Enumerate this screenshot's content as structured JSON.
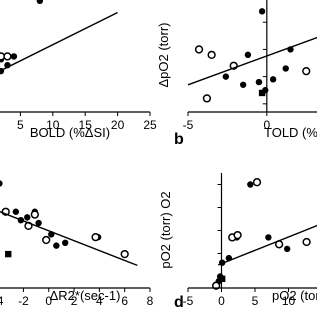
{
  "chart_data": [
    {
      "type": "scatter",
      "panel": "a",
      "xlabel": "BOLD (%ΔSI)",
      "ylabel": "",
      "xlim": [
        0,
        25
      ],
      "ylim": [
        -10,
        30
      ],
      "xticks": [
        "5",
        "10",
        "15",
        "20",
        "25"
      ],
      "trendline": [
        [
          0,
          2
        ],
        [
          20,
          24
        ]
      ],
      "filled": [
        [
          1,
          7
        ],
        [
          2,
          4
        ],
        [
          3,
          6
        ],
        [
          8,
          28
        ],
        [
          19,
          31
        ],
        [
          4,
          9
        ],
        [
          2,
          8
        ]
      ],
      "open": [
        [
          20,
          31
        ],
        [
          2,
          9
        ],
        [
          3,
          9
        ]
      ],
      "square": [
        [
          0.7,
          0
        ]
      ]
    },
    {
      "type": "scatter",
      "panel": "b",
      "panel_label": "b",
      "xlabel": "TOLD (%",
      "ylabel": "ΔpO2 (torr)",
      "xlim": [
        -5,
        3.5
      ],
      "ylim": [
        -8,
        35
      ],
      "xticks": [
        "-5",
        "0"
      ],
      "yticks": [
        "-5",
        "5",
        "15",
        "25"
      ],
      "trendline": [
        [
          -5,
          2
        ],
        [
          3.5,
          20
        ]
      ],
      "filled": [
        [
          -0.3,
          29
        ],
        [
          -1.2,
          13
        ],
        [
          -2.6,
          5
        ],
        [
          0.4,
          4
        ],
        [
          -0.1,
          0
        ],
        [
          -1.5,
          2
        ],
        [
          1.2,
          8
        ],
        [
          1.5,
          15
        ],
        [
          -0.5,
          3
        ]
      ],
      "open": [
        [
          -4.3,
          15
        ],
        [
          -3.5,
          13
        ],
        [
          -3.8,
          -3
        ],
        [
          -2.1,
          9
        ],
        [
          2.5,
          7
        ]
      ],
      "square": [
        [
          -0.3,
          -1
        ]
      ]
    },
    {
      "type": "scatter",
      "panel": "c",
      "xlabel": "ΔR2*(sec-1)",
      "ylabel": "",
      "xlim": [
        -4.8,
        8
      ],
      "ylim": [
        -10,
        30
      ],
      "xticks": [
        "-4",
        "-2",
        "0",
        "2",
        "4",
        "6",
        "8"
      ],
      "trendline": [
        [
          -5,
          19
        ],
        [
          7,
          -2
        ]
      ],
      "filled": [
        [
          -3.9,
          27
        ],
        [
          -2.6,
          17
        ],
        [
          -1.7,
          15
        ],
        [
          -1.1,
          17
        ],
        [
          -0.8,
          13
        ],
        [
          0.2,
          9
        ],
        [
          0.6,
          5
        ],
        [
          1.3,
          6
        ],
        [
          3.9,
          8
        ],
        [
          -2.2,
          14
        ]
      ],
      "open": [
        [
          -3.4,
          17
        ],
        [
          -1.6,
          12
        ],
        [
          -1.1,
          16
        ],
        [
          -0.2,
          7
        ],
        [
          3.7,
          8
        ],
        [
          6,
          2
        ]
      ],
      "square": [
        [
          -3.2,
          2
        ]
      ]
    },
    {
      "type": "scatter",
      "panel": "d",
      "panel_label": "d",
      "xlabel": "pO2 (torr",
      "ylabel": "pO2 (torr) O2",
      "xlim": [
        -5,
        15
      ],
      "ylim": [
        -5,
        45
      ],
      "xticks": [
        "-5",
        "0",
        "5",
        "10"
      ],
      "yticks": [
        "0",
        "10",
        "20",
        "30",
        "40"
      ],
      "trendline": [
        [
          -0.5,
          5
        ],
        [
          15,
          23
        ]
      ],
      "filled": [
        [
          4.3,
          40
        ],
        [
          2.3,
          17
        ],
        [
          7,
          17
        ],
        [
          -0.2,
          0
        ],
        [
          -0.4,
          -2
        ],
        [
          9.8,
          12
        ],
        [
          1.1,
          8
        ],
        [
          0.1,
          6
        ]
      ],
      "open": [
        [
          5.3,
          41
        ],
        [
          1.6,
          17
        ],
        [
          2.4,
          18
        ],
        [
          8.6,
          14
        ],
        [
          12.7,
          15
        ],
        [
          -0.8,
          -4
        ]
      ],
      "square": [
        [
          0.1,
          -1
        ]
      ]
    }
  ]
}
